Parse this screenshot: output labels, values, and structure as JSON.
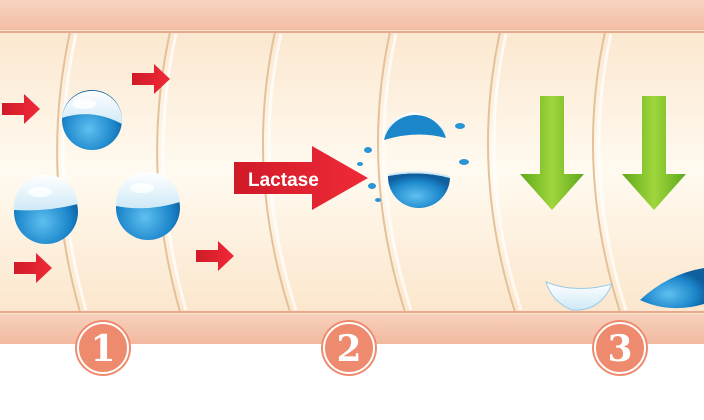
{
  "arrow_label": "Lactase",
  "steps": [
    "1",
    "2",
    "3"
  ],
  "colors": {
    "wall": "#f6c8b2",
    "wall_edge": "#eaa68c",
    "lumen": "#fdf3e4",
    "segment_line": "#e6c9a4",
    "red_arrow": "#e31c2c",
    "green_arrow": "#7cbc24",
    "molecule_blue": "#1a83c8",
    "step_badge": "#ee8a6e"
  },
  "icons": [
    "red-arrow-icon",
    "green-arrow-icon",
    "lactose-molecule-icon",
    "split-molecule-icon"
  ]
}
